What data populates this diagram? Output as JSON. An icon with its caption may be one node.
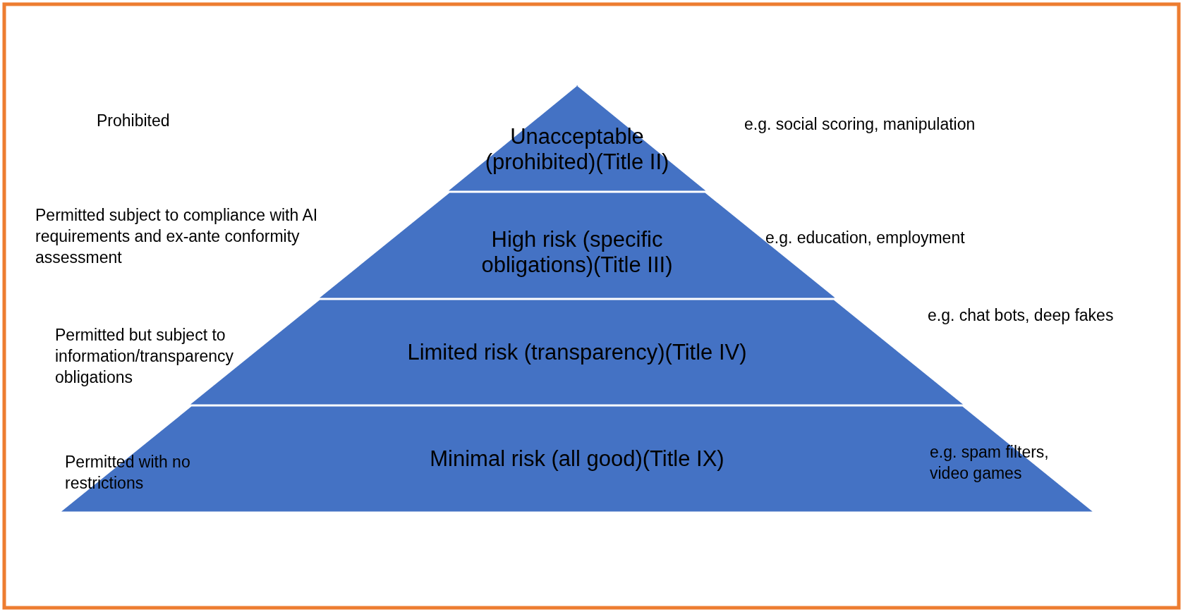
{
  "diagram": {
    "nodes": [
      {
        "text": [
          "Unacceptable (prohibited)(Title II)"
        ]
      },
      {
        "text": [
          "High risk (specific obligations)(Title III)"
        ]
      },
      {
        "text": [
          "Limited risk (transparency)(Title IV)"
        ]
      },
      {
        "text": [
          "Minimal risk (all good)(Title IX)"
        ]
      }
    ],
    "labels": [
      "Prohibited",
      "e.g. social scoring, manipulation",
      "Permitted subject to compliance with AI requirements and ex-ante conformity assessment",
      "e.g. education, employment",
      "Permitted but subject to information/transparency obligations",
      "e.g. chat bots, deep fakes",
      "Permitted with no restrictions",
      "e.g. spam filters, video games"
    ]
  }
}
